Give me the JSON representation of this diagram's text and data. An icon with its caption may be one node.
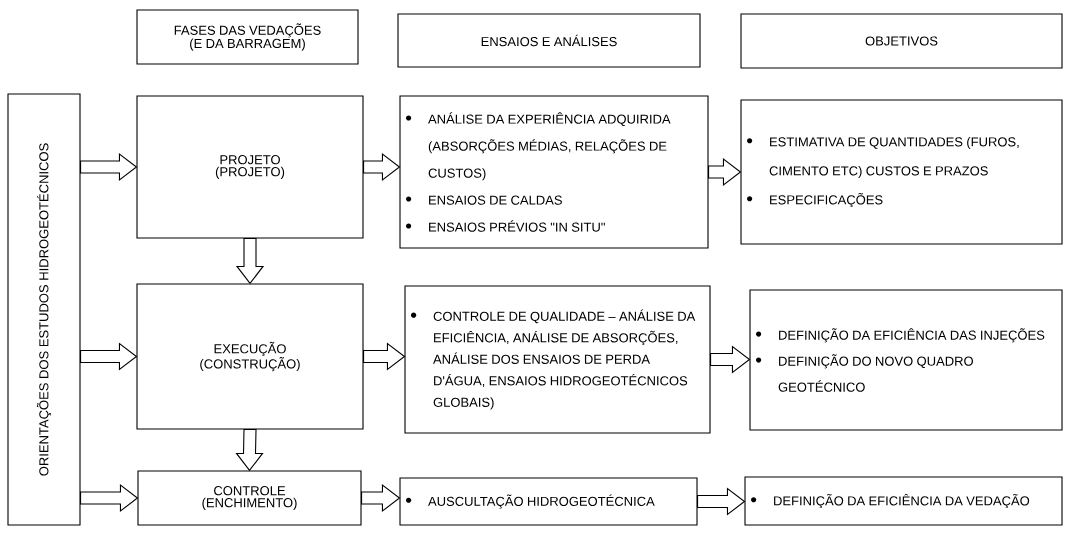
{
  "diagram": {
    "nodes": [
      {
        "text": [
          "FASES DAS VEDAÇÕES (E DA BARRAGEM)"
        ]
      },
      {
        "text": [
          "ENSAIOS E ANÁLISES"
        ]
      },
      {
        "text": [
          "OBJETIVOS"
        ]
      },
      {
        "text": [
          "ORIENTAÇÕES DOS ESTUDOS HIDROGEOTÉCNICOS"
        ]
      },
      {
        "text": [
          "PROJETO (PROJETO)"
        ]
      },
      {
        "text": [
          "ANÁLISE DA EXPERIÊNCIA ADQUIRIDA (ABSORÇÕES MÉDIAS, RELAÇÕES DE CUSTOS)",
          "ENSAIOS DE CALDAS",
          "ENSAIOS PRÉVIOS \"IN SITU\""
        ]
      },
      {
        "text": [
          "ESTIMATIVA DE QUANTIDADES (FUROS, CIMENTO ETC) CUSTOS E PRAZOS",
          "ESPECIFICAÇÕES"
        ]
      },
      {
        "text": [
          "EXECUÇÃO (CONSTRUÇÃO)"
        ]
      },
      {
        "text": [
          "CONTROLE DE QUALIDADE – ANÁLISE DA EFICIÊNCIA, ANÁLISE DE ABSORÇÕES, ANÁLISE DOS ENSAIOS DE PERDA D'ÁGUA, ENSAIOS HIDROGEOTÉCNICOS GLOBAIS)"
        ]
      },
      {
        "text": [
          "DEFINIÇÃO DA EFICIÊNCIA DAS INJEÇÕES",
          "DEFINIÇÃO DO NOVO QUADRO GEOTÉCNICO"
        ]
      },
      {
        "text": [
          "CONTROLE (ENCHIMENTO)"
        ]
      },
      {
        "text": [
          "AUSCULTAÇÃO HIDROGEOTÉCNICA"
        ]
      },
      {
        "text": [
          "DEFINIÇÃO DA EFICIÊNCIA DA VEDAÇÃO"
        ]
      }
    ],
    "edges": [
      {
        "from": 3,
        "to": 4,
        "arrow": "to"
      },
      {
        "from": 3,
        "to": 7,
        "arrow": "to"
      },
      {
        "from": 3,
        "to": 10,
        "arrow": "to"
      },
      {
        "from": 4,
        "to": 5,
        "arrow": "to"
      },
      {
        "from": 5,
        "to": 6,
        "arrow": "to"
      },
      {
        "from": 4,
        "to": 7,
        "arrow": "to"
      },
      {
        "from": 7,
        "to": 8,
        "arrow": "to"
      },
      {
        "from": 8,
        "to": 9,
        "arrow": "to"
      },
      {
        "from": 7,
        "to": 10,
        "arrow": "to"
      },
      {
        "from": 10,
        "to": 11,
        "arrow": "to"
      },
      {
        "from": 11,
        "to": 12,
        "arrow": "to"
      }
    ]
  }
}
